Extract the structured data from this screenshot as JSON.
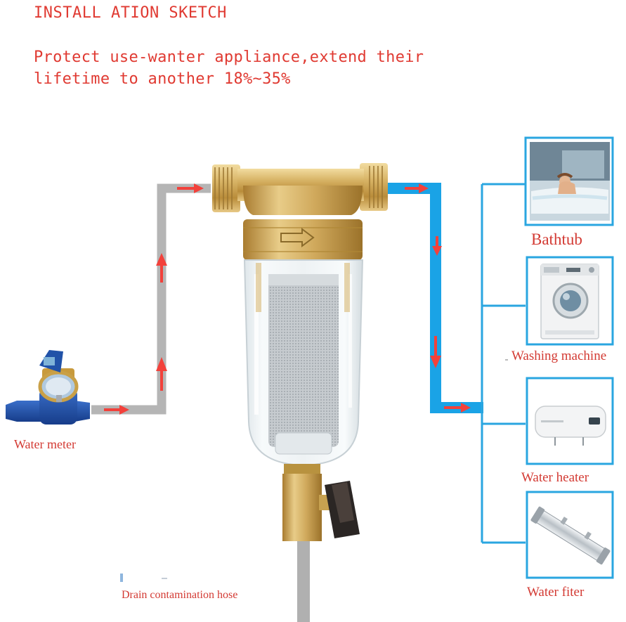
{
  "header": {
    "title": "INSTALL ATION SKETCH",
    "subtitle": "Protect use-wanter appliance,extend their\nlifetime to another 18%~35%"
  },
  "labels": {
    "water_meter": "Water meter",
    "bathtub": "Bathtub",
    "washing_machine": "Washing machine",
    "water_heater": "Water heater",
    "water_filter": "Water fiter",
    "drain_hose": "Drain contamination hose"
  },
  "colors": {
    "text_accent": "#e03a32",
    "inlet_pipe": "#b5b5b5",
    "outlet_pipe": "#1aa3e6",
    "branch_lines": "#2aa6e0",
    "arrows": "#f2413b",
    "brass": "#c9a04a"
  },
  "icons": {
    "meter": "water-meter-icon",
    "filter": "prefilter-housing-icon",
    "bathtub": "bathtub-photo",
    "washer": "washing-machine-photo",
    "heater": "water-heater-photo",
    "uv_filter": "tube-filter-photo"
  }
}
